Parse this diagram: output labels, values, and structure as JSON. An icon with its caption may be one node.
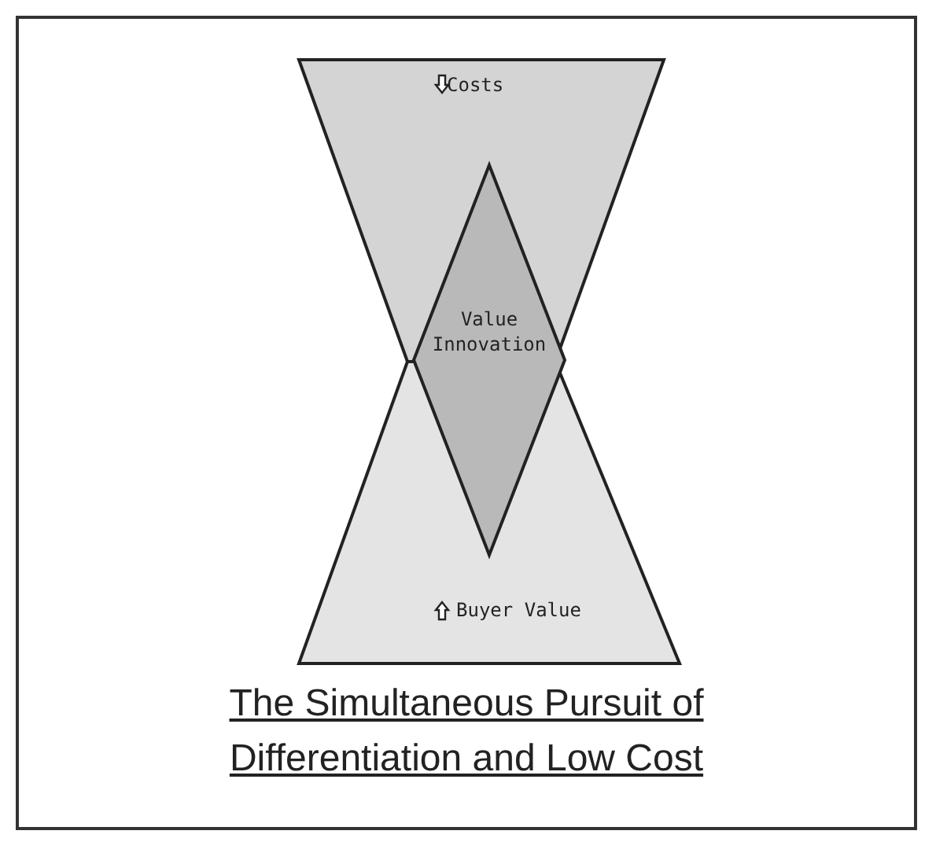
{
  "diagram": {
    "caption": "The Simultaneous Pursuit of Differentiation and Low Cost",
    "nodes": [
      {
        "text": [
          "Costs"
        ]
      },
      {
        "text": [
          "Value Innovation"
        ]
      },
      {
        "text": [
          "Buyer Value"
        ]
      }
    ]
  }
}
